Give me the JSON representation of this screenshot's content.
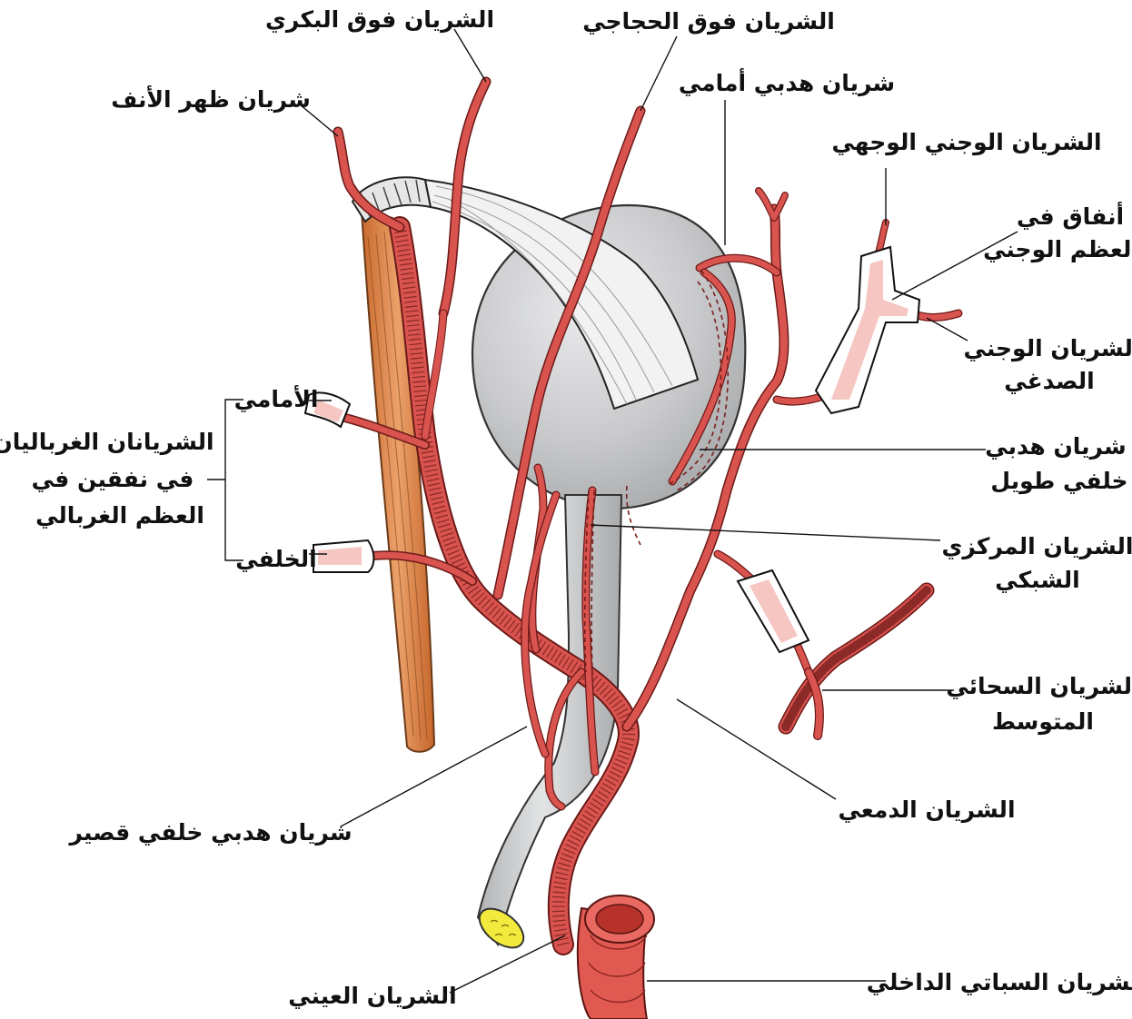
{
  "labels": {
    "supratrochlear": "الشريان فوق البكري",
    "supraorbital": "الشريان فوق الحجاجي",
    "anterior_ciliary": "شريان هدبي أمامي",
    "dorsal_nasal": "شريان ظهر الأنف",
    "zygomaticofacial": "الشريان الوجني الوجهي",
    "zygomatic_canals_line1": "أنفاق في",
    "zygomatic_canals_line2": "العظم الوجني",
    "zygomaticotemporal_line1": "الشريان الوجني",
    "zygomaticotemporal_line2": "الصدغي",
    "anterior": "الأمامي",
    "posterior": "الخلفي",
    "ethmoidal_line1": "الشريانان الغرباليان",
    "ethmoidal_line2": "في نفقين في",
    "ethmoidal_line3": "العظم الغربالي",
    "long_posterior_ciliary_line1": "شريان هدبي",
    "long_posterior_ciliary_line2": "خلفي طويل",
    "central_retinal_line1": "الشريان المركزي",
    "central_retinal_line2": "الشبكي",
    "middle_meningeal_line1": "الشريان السحائي",
    "middle_meningeal_line2": "المتوسط",
    "lacrimal": "الشريان الدمعي",
    "short_posterior_ciliary": "شريان هدبي خلفي قصير",
    "ophthalmic": "الشريان العيني",
    "internal_carotid": "الشريان السباتي الداخلي"
  },
  "colors": {
    "artery": "#d9534f",
    "artery_dark": "#6b1a17",
    "globe": "#c9cacc",
    "optic_nerve": "#c4c6c8",
    "muscle": "#e08a4e",
    "tendon": "#eeeeee",
    "nerve_end": "#f2ea3c"
  }
}
